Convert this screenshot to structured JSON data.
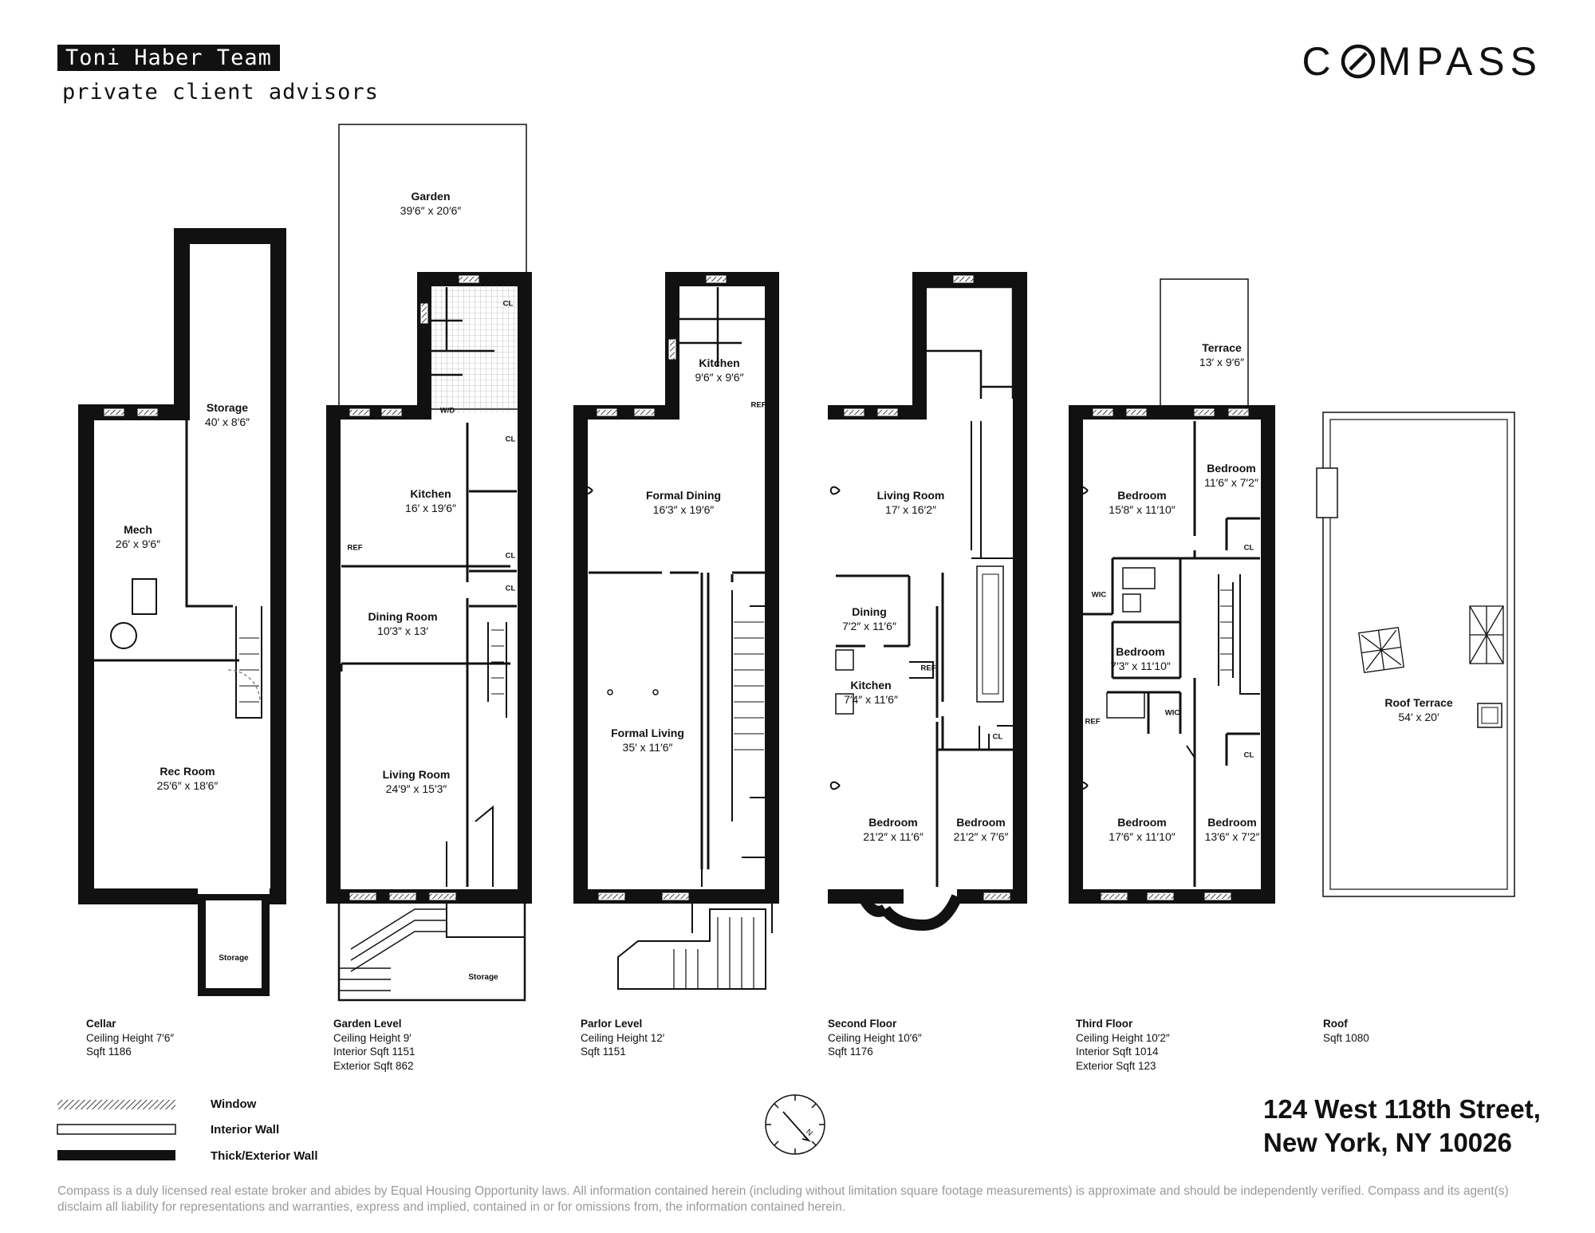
{
  "header": {
    "team": "Toni Haber Team",
    "tagline": "private client advisors",
    "brand": "COMPASS",
    "brand_prefix": "C",
    "brand_suffix": "MPASS"
  },
  "rooms": {
    "cellar_storage": {
      "name": "Storage",
      "dims": "40′ x 8′6″"
    },
    "cellar_mech": {
      "name": "Mech",
      "dims": "26′ x 9′6″"
    },
    "cellar_rec": {
      "name": "Rec Room",
      "dims": "25′6″ x 18′6″"
    },
    "cellar_storage_small": {
      "name": "Storage"
    },
    "garden": {
      "name": "Garden",
      "dims": "39′6″ x 20′6″"
    },
    "garden_kitchen": {
      "name": "Kitchen",
      "dims": "16′ x 19′6″"
    },
    "garden_dining": {
      "name": "Dining Room",
      "dims": "10′3″ x 13′"
    },
    "garden_living": {
      "name": "Living Room",
      "dims": "24′9″ x 15′3″"
    },
    "garden_storage": {
      "name": "Storage"
    },
    "parlor_kitchen": {
      "name": "Kitchen",
      "dims": "9′6″ x 9′6″"
    },
    "parlor_dining": {
      "name": "Formal Dining",
      "dims": "16′3″ x 19′6″"
    },
    "parlor_living": {
      "name": "Formal Living",
      "dims": "35′ x 11′6″"
    },
    "second_living": {
      "name": "Living Room",
      "dims": "17′ x 16′2″"
    },
    "second_dining": {
      "name": "Dining",
      "dims": "7′2″ x 11′6″"
    },
    "second_kitchen": {
      "name": "Kitchen",
      "dims": "7′4″ x 11′6″"
    },
    "second_bed1": {
      "name": "Bedroom",
      "dims": "21′2″ x 11′6″"
    },
    "second_bed2": {
      "name": "Bedroom",
      "dims": "21′2″ x 7′6″"
    },
    "third_terrace": {
      "name": "Terrace",
      "dims": "13′ x 9′6″"
    },
    "third_bed1": {
      "name": "Bedroom",
      "dims": "15′8″ x 11′10″"
    },
    "third_bed2": {
      "name": "Bedroom",
      "dims": "11′6″ x 7′2″"
    },
    "third_bed3": {
      "name": "Bedroom",
      "dims": "7′3″ x 11′10″"
    },
    "third_bed4": {
      "name": "Bedroom",
      "dims": "17′6″ x 11′10″"
    },
    "third_bed5": {
      "name": "Bedroom",
      "dims": "13′6″ x 7′2″"
    },
    "roof_terrace": {
      "name": "Roof Terrace",
      "dims": "54′ x 20′"
    }
  },
  "tags": {
    "cl": "CL",
    "wd": "W/D",
    "ref": "REF",
    "wic": "WIC"
  },
  "floors": [
    {
      "name": "Cellar",
      "lines": [
        "Ceiling Height 7′6″",
        "Sqft 1186"
      ]
    },
    {
      "name": "Garden Level",
      "lines": [
        "Ceiling Height 9′",
        "Interior Sqft 1151",
        "Exterior Sqft 862"
      ]
    },
    {
      "name": "Parlor Level",
      "lines": [
        "Ceiling Height 12′",
        "Sqft 1151"
      ]
    },
    {
      "name": "Second Floor",
      "lines": [
        "Ceiling Height 10′6″",
        "Sqft 1176"
      ]
    },
    {
      "name": "Third Floor",
      "lines": [
        "Ceiling Height 10′2″",
        "Interior Sqft 1014",
        "Exterior Sqft 123"
      ]
    },
    {
      "name": "Roof",
      "lines": [
        "Sqft 1080"
      ]
    }
  ],
  "legend": {
    "window": "Window",
    "interior_wall": "Interior Wall",
    "exterior_wall": "Thick/Exterior Wall"
  },
  "address": {
    "line1": "124 West 118th Street,",
    "line2": "New York, NY 10026"
  },
  "disclaimer": "Compass is a duly licensed real estate broker and abides by Equal Housing Opportunity laws. All information contained herein (including without limitation square footage measurements) is approximate and should be independently verified. Compass and its agent(s) disclaim all liability for representations and warranties, express and implied, contained in or for omissions from, the information contained herein."
}
